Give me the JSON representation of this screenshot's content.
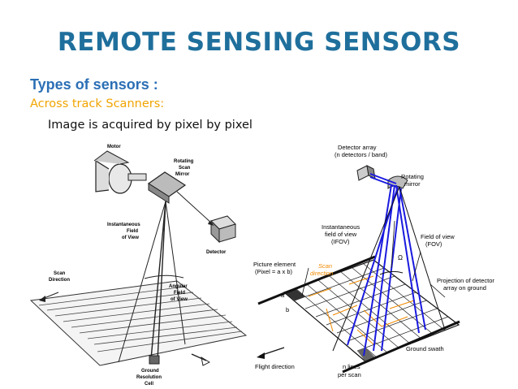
{
  "slide": {
    "title": "REMOTE SENSING SENSORS",
    "subtitle": "Types of sensors :",
    "section": "Across track Scanners:",
    "caption": "Image is acquired by pixel by pixel"
  },
  "left_figure": {
    "labels": {
      "motor": "Motor",
      "rotating": "Rotating",
      "scan": "Scan",
      "mirror": "Mirror",
      "ifov1": "Instantaneous",
      "ifov2": "Field",
      "ifov3": "of View",
      "detector": "Detector",
      "scan_dir1": "Scan",
      "scan_dir2": "Direction",
      "angular1": "Angular",
      "angular2": "Field",
      "angular3": "of View",
      "ground1": "Ground",
      "ground2": "Resolution",
      "ground3": "Cell"
    }
  },
  "right_figure": {
    "labels": {
      "detector_array": "Detector array",
      "detectors_band": "(n detectors / band)",
      "rotating": "Rotating",
      "mirror": "mirror",
      "ifov1": "Instantaneous",
      "ifov2": "field of view",
      "ifov3": "(IFOV)",
      "fov1": "Field of view",
      "fov2": "(FOV)",
      "omega": "Ω",
      "picture1": "Picture element",
      "picture2": "(Pixel = a x b)",
      "scan1": "Scan",
      "scan2": "direction",
      "proj1": "Projection of detector",
      "proj2": "array on ground",
      "a": "a",
      "b": "b",
      "ground_swath": "Ground swath",
      "flight": "Flight direction",
      "lines1": "n lines",
      "lines2": "per scan"
    }
  }
}
